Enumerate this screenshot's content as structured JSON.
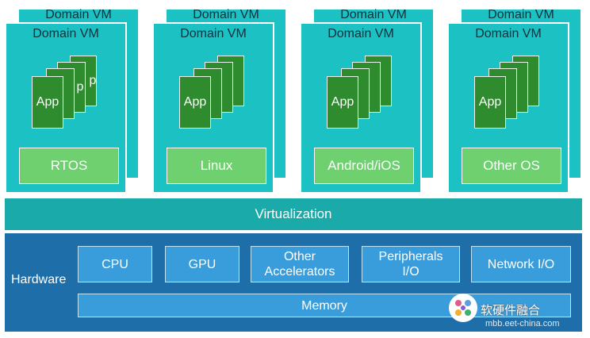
{
  "diagram": {
    "vm_label": "Domain VM",
    "app_label": "App",
    "vms": [
      {
        "os": "RTOS"
      },
      {
        "os": "Linux"
      },
      {
        "os": "Android/iOS"
      },
      {
        "os": "Other OS"
      }
    ],
    "virtualization": "Virtualization",
    "hardware": {
      "label": "Hardware",
      "components": [
        "CPU",
        "GPU",
        "Other Accelerators",
        "Peripherals I/O",
        "Network I/O"
      ],
      "memory": "Memory"
    },
    "watermark": {
      "text": "软硬件融合",
      "url": "mbb.eet-china.com"
    }
  },
  "colors": {
    "vm": "#1cc1c4",
    "app": "#2e8b2e",
    "os": "#6fd06f",
    "virtualization": "#19aaa9",
    "hardware": "#1e6fa9",
    "hw_box": "#3a9ddb"
  }
}
